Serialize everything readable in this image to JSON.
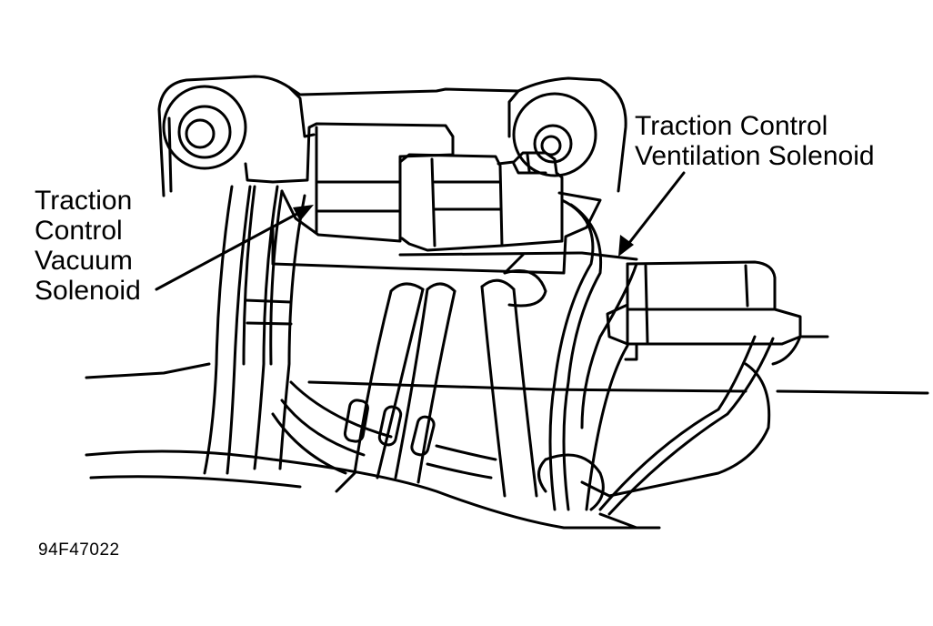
{
  "callouts": {
    "vacuum_solenoid": {
      "lines": [
        "Traction",
        "Control",
        "Vacuum",
        "Solenoid"
      ]
    },
    "ventilation_solenoid": {
      "lines": [
        "Traction Control",
        "Ventilation Solenoid"
      ]
    }
  },
  "figure_code": "94F47022",
  "colors": {
    "ink": "#000000",
    "background": "#ffffff"
  }
}
